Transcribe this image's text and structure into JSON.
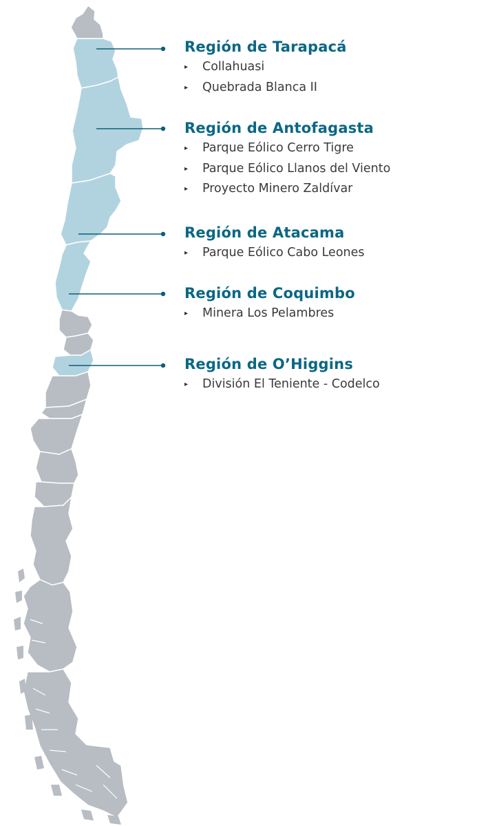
{
  "colors": {
    "highlight_region": "#b1d3df",
    "other_region": "#b8bcc3",
    "region_border": "#ffffff",
    "leader_line": "#0b5e78",
    "region_title": "#0b6784",
    "project_text": "#3a3a3a"
  },
  "icons": {
    "bullet": "▸"
  },
  "regions": [
    {
      "id": "tarapaca",
      "name": "Región de Tarapacá",
      "projects": [
        "Collahuasi",
        "Quebrada Blanca II"
      ]
    },
    {
      "id": "antofagasta",
      "name": "Región de Antofagasta",
      "projects": [
        "Parque Eólico Cerro Tigre",
        "Parque Eólico Llanos del Viento",
        "Proyecto Minero Zaldívar"
      ]
    },
    {
      "id": "atacama",
      "name": "Región de Atacama",
      "projects": [
        "Parque Eólico Cabo Leones"
      ]
    },
    {
      "id": "coquimbo",
      "name": "Región de Coquimbo",
      "projects": [
        "Minera Los Pelambres"
      ]
    },
    {
      "id": "ohiggins",
      "name": "Región de O’Higgins",
      "projects": [
        "División El Teniente - Codelco"
      ]
    }
  ]
}
